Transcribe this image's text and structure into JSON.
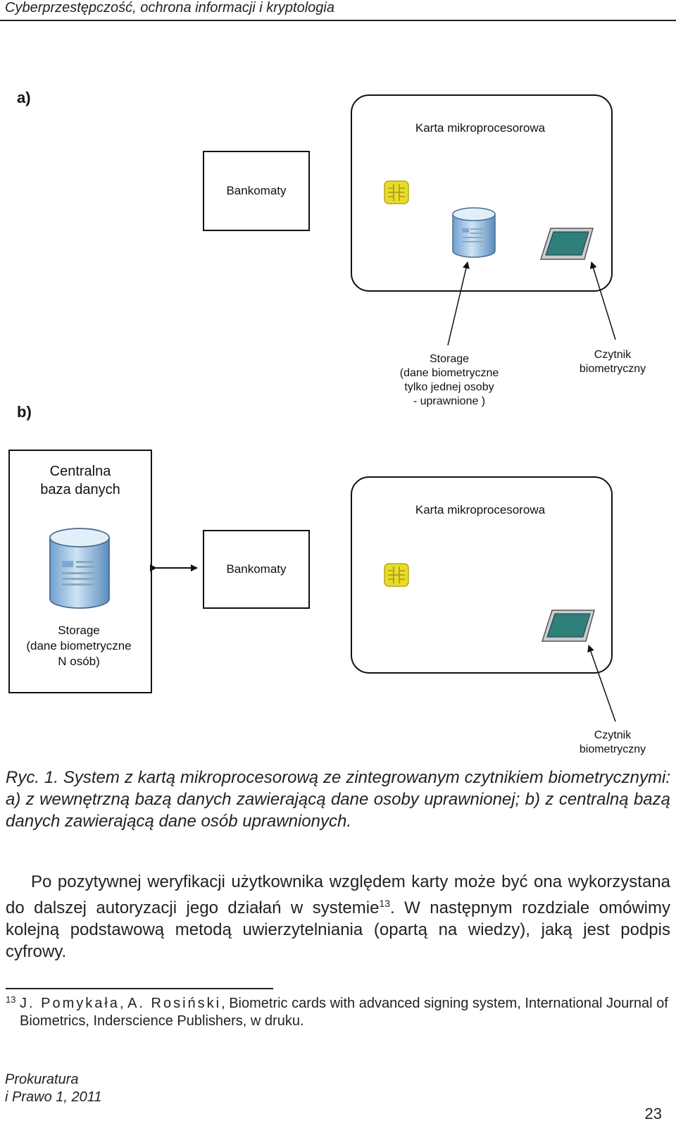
{
  "header": {
    "running_title": "Cyberprzestępczość, ochrona informacji i kryptologia"
  },
  "figure": {
    "panel_a": {
      "label": "a)",
      "atm_box": "Bankomaty",
      "card_title": "Karta mikroprocesorowa",
      "storage_label": [
        "Storage",
        "(dane biometryczne",
        "tylko jednej osoby",
        "- uprawnione )"
      ],
      "reader_label": [
        "Czytnik",
        "biometryczny"
      ]
    },
    "panel_b": {
      "label": "b)",
      "central_db": [
        "Centralna",
        "baza danych"
      ],
      "storage_label": [
        "Storage",
        "(dane biometryczne",
        "N osób)"
      ],
      "atm_box": "Bankomaty",
      "card_title": "Karta mikroprocesorowa",
      "reader_label": [
        "Czytnik",
        "biometryczny"
      ]
    },
    "icons": [
      "chip-icon",
      "database-icon",
      "biometric-reader-icon",
      "bidirectional-arrow-icon"
    ],
    "colors": {
      "chip": "#e8dc2a",
      "db_blue": "#9cc3e8",
      "reader_screen": "#2f7f7a"
    }
  },
  "caption": "Ryc. 1. System z kartą mikroprocesorową ze zintegrowanym czytnikiem biometrycznymi: a) z wewnętrzną bazą danych zawierającą dane osoby uprawnionej; b) z centralną bazą danych zawierającą dane osób uprawnionych.",
  "paragraph": {
    "before_ref": "Po pozytywnej weryfikacji użytkownika względem karty może być ona wykorzystana do dalszej autoryzacji jego działań w systemie",
    "ref": "13",
    "after_ref": ". W następnym rozdziale omówimy kolejną podstawową metodą uwierzytelniania (opartą na wiedzy), jaką jest podpis cyfrowy."
  },
  "footnote": {
    "number": "13",
    "author1": "J. Pomykała",
    "sep": ", ",
    "author2": "A. Rosiński",
    "rest": ", Biometric cards with advanced signing system, International Journal of Biometrics, Inderscience Publishers, w druku."
  },
  "footer": {
    "journal_line1": "Prokuratura",
    "journal_line2": "i Prawo 1, 2011",
    "page_number": "23"
  }
}
